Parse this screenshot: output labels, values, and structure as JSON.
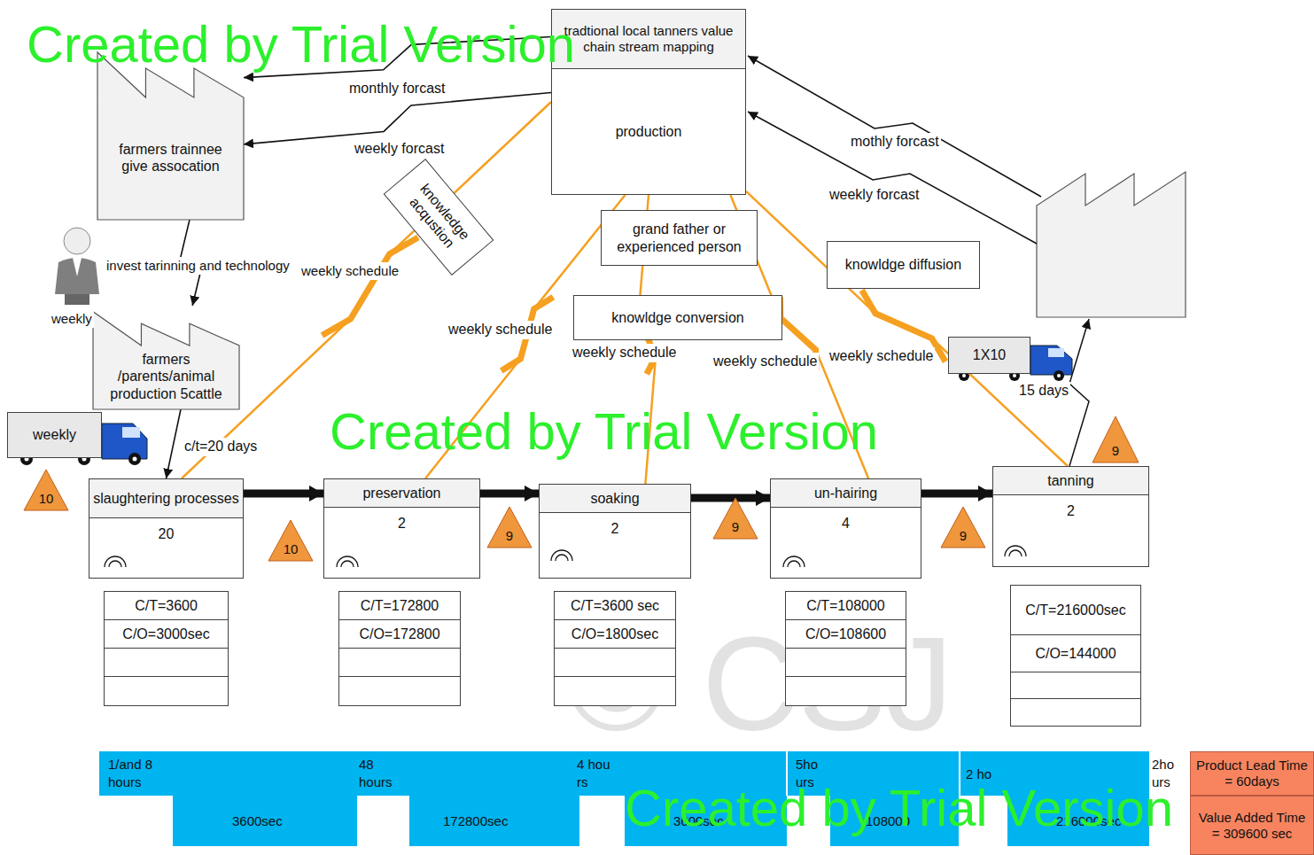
{
  "diagram": {
    "nodes": [
      {
        "text": [
          "tradtional local tanners value chain stream mapping",
          "production"
        ]
      },
      {
        "text": [
          "farmers trainnee give assocation"
        ]
      },
      {
        "text": [
          "knowledge acqustion"
        ]
      },
      {
        "text": [
          "grand father or experienced person"
        ]
      },
      {
        "text": [
          "knowldge conversion"
        ]
      },
      {
        "text": [
          "knowldge diffusion"
        ]
      },
      {
        "text": [
          "farmers /parents/animal production 5cattle"
        ]
      },
      {
        "text": [
          "weekly"
        ]
      },
      {
        "text": [
          "1X10"
        ]
      },
      {
        "text": [
          "10"
        ]
      },
      {
        "text": [
          "slaughtering processes",
          "20"
        ]
      },
      {
        "text": [
          "10"
        ]
      },
      {
        "text": [
          "preservation",
          "2"
        ]
      },
      {
        "text": [
          "9"
        ]
      },
      {
        "text": [
          "soaking",
          "2"
        ]
      },
      {
        "text": [
          "9"
        ]
      },
      {
        "text": [
          "un-hairing",
          "4"
        ]
      },
      {
        "text": [
          "9"
        ]
      },
      {
        "text": [
          "tanning",
          "2"
        ]
      },
      {
        "text": [
          "9"
        ]
      },
      {
        "text": [
          "C/T=3600",
          "C/O=3000sec"
        ]
      },
      {
        "text": [
          "C/T=172800",
          "C/O=172800"
        ]
      },
      {
        "text": [
          "C/T=3600 sec",
          "C/O=1800sec"
        ]
      },
      {
        "text": [
          "C/T=108000",
          "C/O=108600"
        ]
      },
      {
        "text": [
          "C/T=216000sec",
          "C/O=144000"
        ]
      },
      {
        "text": [
          "Product Lead Time = 60days"
        ]
      },
      {
        "text": [
          "Value Added Time = 309600 sec"
        ]
      }
    ],
    "edges": [
      {
        "from": 0,
        "to": 1,
        "label": "monthly forcast",
        "arrow": "to"
      },
      {
        "from": 0,
        "to": 1,
        "label": "weekly forcast",
        "arrow": "to"
      },
      {
        "from": 1,
        "to": 6,
        "arrow": "to"
      },
      {
        "from": 6,
        "to": 10,
        "label": "c/t=20 days",
        "arrow": "to"
      },
      {
        "from": 10,
        "to": 12,
        "arrow": "to"
      },
      {
        "from": 12,
        "to": 14,
        "arrow": "to"
      },
      {
        "from": 14,
        "to": 16,
        "arrow": "to"
      },
      {
        "from": 16,
        "to": 18,
        "arrow": "to"
      },
      {
        "from": 0,
        "to": 10,
        "arrow": "none"
      },
      {
        "from": 0,
        "to": 12,
        "arrow": "none"
      },
      {
        "from": 0,
        "to": 14,
        "arrow": "none"
      },
      {
        "from": 0,
        "to": 16,
        "arrow": "none"
      },
      {
        "from": 0,
        "to": 18,
        "arrow": "none"
      }
    ],
    "labels": [
      "Created by Trial Version",
      "mothly forcast",
      "weekly forcast",
      "invest tarinning and technology",
      "weekly schedule",
      "weekly",
      "weekly schedule",
      "weekly schedule",
      "weekly schedule",
      "weekly schedule",
      "15 days",
      "1/and 8 hours",
      "48 hours",
      "4 hou rs",
      "5ho urs",
      "2 ho",
      "2ho urs",
      "3600sec",
      "172800sec",
      "3600sec",
      "108000",
      "216000sec",
      "Created by Trial Version",
      "Created by Trial Version",
      "© CSJ"
    ]
  }
}
